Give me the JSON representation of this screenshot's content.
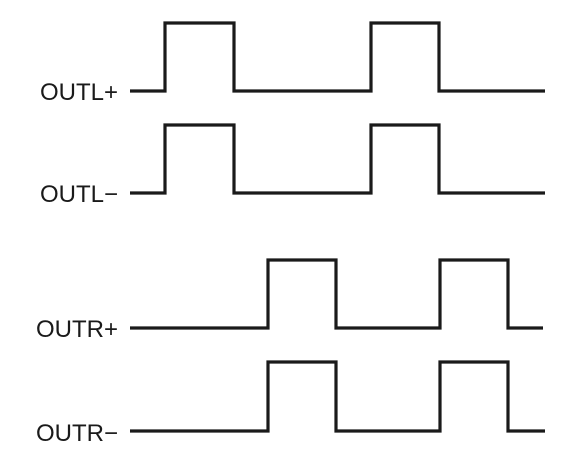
{
  "signals": [
    {
      "label": "OUTL+",
      "levels": [
        0,
        1,
        0,
        1,
        0
      ]
    },
    {
      "label": "OUTL−",
      "levels": [
        0,
        1,
        0,
        1,
        0
      ]
    },
    {
      "label": "OUTR+",
      "levels": [
        0,
        1,
        0,
        1,
        0
      ]
    },
    {
      "label": "OUTR−",
      "levels": [
        0,
        1,
        0,
        1,
        0
      ]
    }
  ],
  "line_color": "#1a1a1a",
  "background": "#ffffff"
}
